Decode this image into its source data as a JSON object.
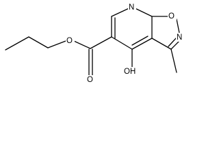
{
  "figure": {
    "labels": {
      "ring_nitrogen": "N",
      "isoxazole_oxygen": "O",
      "isoxazole_nitrogen": "N",
      "ester_oxygen": "O",
      "carbonyl_oxygen": "O",
      "hydroxyl": "OH"
    }
  }
}
